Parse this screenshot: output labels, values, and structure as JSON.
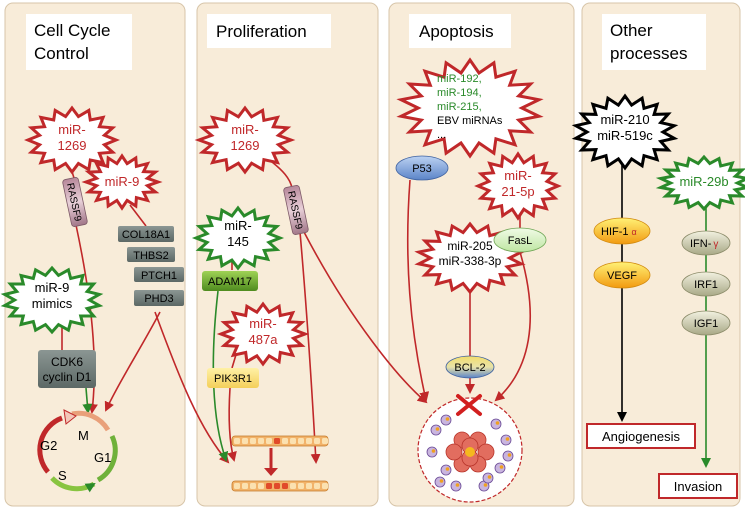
{
  "panels": [
    {
      "title_lines": [
        "Cell Cycle",
        "Control"
      ]
    },
    {
      "title_lines": [
        "Proliferation"
      ]
    },
    {
      "title_lines": [
        "Apoptosis"
      ]
    },
    {
      "title_lines": [
        "Other",
        "processes"
      ]
    }
  ],
  "mirnas": {
    "mir1269_a": [
      "miR-",
      "1269"
    ],
    "mir9": [
      "miR-9"
    ],
    "mir9_mimics": [
      "miR-9",
      "mimics"
    ],
    "mir1269_b": [
      "miR-",
      "1269"
    ],
    "mir145": [
      "miR-",
      "145"
    ],
    "mir487a": [
      "miR-",
      "487a"
    ],
    "mir192_group": [
      "miR-192,",
      "miR-194,",
      "miR-215,",
      "EBV miRNAs",
      "..."
    ],
    "mir21": [
      "miR-",
      "21-5p"
    ],
    "mir205": [
      "miR-205",
      "miR-338-3p"
    ],
    "mir210": [
      "miR-210",
      "miR-519c"
    ],
    "mir29b": [
      "miR-29b"
    ]
  },
  "genes": {
    "rassf9_a": "RASSF9",
    "col18a1": "COL18A1",
    "thbs2": "THBS2",
    "ptch1": "PTCH1",
    "phd3": "PHD3",
    "cdk6": [
      "CDK6",
      "cyclin D1"
    ],
    "rassf9_b": "RASSF9",
    "adam17": "ADAM17",
    "pik3r1": "PIK3R1",
    "p53": "P53",
    "fasl": "FasL",
    "bcl2": "BCL-2",
    "hif1a": "HIF-1",
    "hif1a_suffix": "α",
    "vegf": "VEGF",
    "ifng": "IFN-",
    "ifng_suffix": "γ",
    "irf1": "IRF1",
    "igf1": "IGF1"
  },
  "cycle": {
    "g2": "G2",
    "m": "M",
    "g1": "G1",
    "s": "S"
  },
  "outcomes": {
    "angiogenesis": "Angiogenesis",
    "invasion": "Invasion"
  },
  "colors": {
    "red": "#c0282a",
    "green": "#2a8a2a",
    "panel": "#f8ecd9"
  }
}
